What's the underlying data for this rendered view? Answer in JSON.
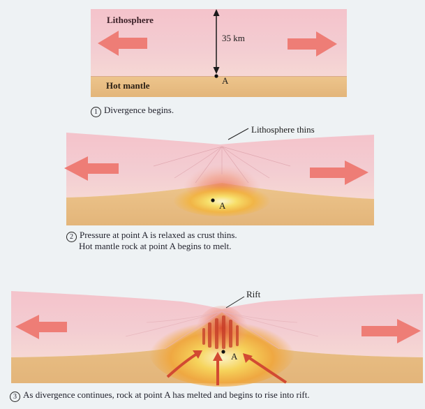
{
  "panel1": {
    "lithosphere_label": "Lithosphere",
    "thickness_label": "35 km",
    "mantle_label": "Hot mantle",
    "point_label": "A",
    "step_number": "1",
    "caption": "Divergence begins."
  },
  "panel2": {
    "callout_label": "Lithosphere thins",
    "point_label": "A",
    "step_number": "2",
    "caption_line1": "Pressure at point A is relaxed as crust thins.",
    "caption_line2": "Hot mantle rock at point A begins to melt."
  },
  "panel3": {
    "callout_label": "Rift",
    "point_label": "A",
    "step_number": "3",
    "caption": "As divergence continues, rock at point A has melted and begins to rise into rift."
  },
  "colors": {
    "lithosphere": "#f2c1c9",
    "mantle": "#ecc389",
    "arrow": "#ee7d76",
    "melt": "#f2b83a",
    "melt_core": "#d9482a"
  }
}
